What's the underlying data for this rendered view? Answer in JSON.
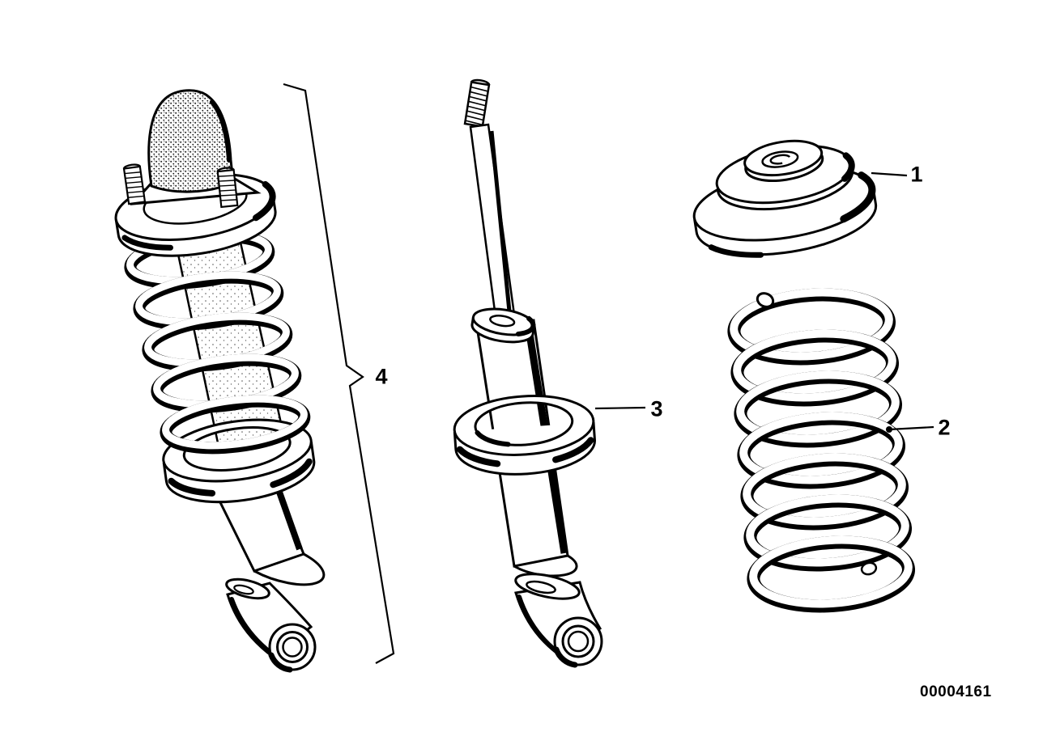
{
  "diagram": {
    "background_color": "#ffffff",
    "line_color": "#000000",
    "drawing_number": "00004161",
    "callouts": {
      "c1": {
        "label": "1",
        "target": "spring-mount"
      },
      "c2": {
        "label": "2",
        "target": "coil-spring"
      },
      "c3": {
        "label": "3",
        "target": "shock-absorber"
      },
      "c4": {
        "label": "4",
        "target": "spring-strut-assembly"
      }
    }
  }
}
